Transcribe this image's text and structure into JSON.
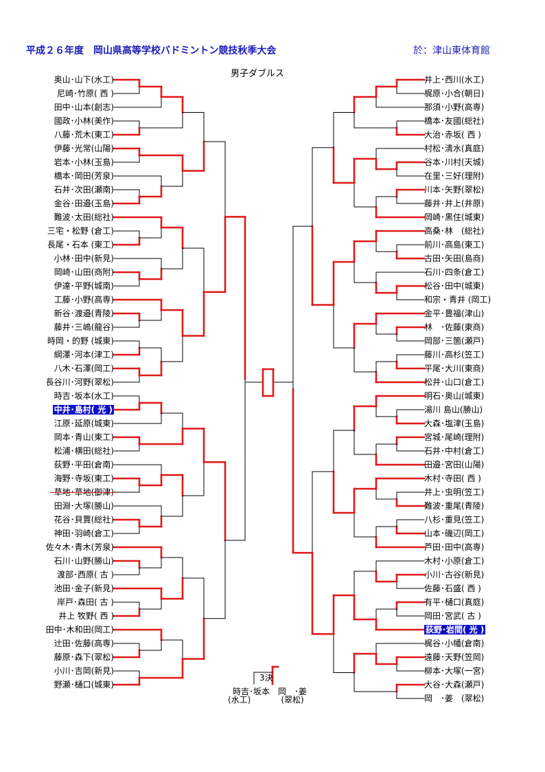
{
  "header": {
    "title": "平成２６年度　岡山県高等学校バドミントン競技秋季大会",
    "venue": "於：津山東体育館"
  },
  "event_title": "男子ダブルス",
  "left_entries": [
    {
      "name": "奥山･山下(水工)"
    },
    {
      "name": "尼崎･竹原( 西 )"
    },
    {
      "name": "田中･山本(創志)"
    },
    {
      "name": "國政･小林(美作)"
    },
    {
      "name": "八藤･荒木(東工)"
    },
    {
      "name": "伊藤･光常(山陽)"
    },
    {
      "name": "岩本･小林(玉島)"
    },
    {
      "name": "橋本･岡田(芳泉)"
    },
    {
      "name": "石井･次田(瀬南)"
    },
    {
      "name": "金谷･田邉(玉島)"
    },
    {
      "name": "難波･太田(総社)"
    },
    {
      "name": "三宅・松野 (倉工)"
    },
    {
      "name": "長尾・石本 (東工)"
    },
    {
      "name": "小林･田中(新見)"
    },
    {
      "name": "岡崎･山田(商附)"
    },
    {
      "name": "伊達･平野(城南)"
    },
    {
      "name": "工藤･小野(高専)"
    },
    {
      "name": "新谷･渡邉(青陵)"
    },
    {
      "name": "藤井･三嶋(龍谷)"
    },
    {
      "name": "時岡・的野 (城東)"
    },
    {
      "name": "綱澤･河本(津工)"
    },
    {
      "name": "八木･石澤(岡工)"
    },
    {
      "name": "長谷川･河野(翠松)"
    },
    {
      "name": "時吉･坂本(水工)"
    },
    {
      "name": "中井･島村( 光 )",
      "highlight": true
    },
    {
      "name": "江原･延原(城東)"
    },
    {
      "name": "岡本･青山(東工)"
    },
    {
      "name": "松浦･横田(総社)"
    },
    {
      "name": "荻野･平田(倉南)"
    },
    {
      "name": "海野･寺坂(東工)"
    },
    {
      "name": "草地･草地(御津)",
      "struck": true
    },
    {
      "name": "田淵･大塚(勝山)"
    },
    {
      "name": "花谷･貝賈(総社)"
    },
    {
      "name": "神田･羽崎(倉工)"
    },
    {
      "name": "佐々木･青木(芳泉)"
    },
    {
      "name": "石川･山野(勝山)"
    },
    {
      "name": "渡部･西原( 古 )"
    },
    {
      "name": "池田･金子(新見)"
    },
    {
      "name": "岸戸･森田( 古 )"
    },
    {
      "name": "井上 牧野( 西 )"
    },
    {
      "name": "田中･木和田(岡工)"
    },
    {
      "name": "辻田･佐藤(高専)"
    },
    {
      "name": "藤原･森下(翠松)"
    },
    {
      "name": "小川･吉岡(新見)"
    },
    {
      "name": "野瀬･樋口(城東)"
    }
  ],
  "right_entries": [
    {
      "name": "井上･西川(水工)"
    },
    {
      "name": "梶原･小合(朝日)"
    },
    {
      "name": "那須･小野(高専)"
    },
    {
      "name": "橋本･友國(総社)"
    },
    {
      "name": "大治･赤坂( 西 )"
    },
    {
      "name": "村松･清水(真庭)"
    },
    {
      "name": "谷本･川村(天城)"
    },
    {
      "name": "在里･三好(理附)"
    },
    {
      "name": "川本･矢野(翠松)"
    },
    {
      "name": "藤井･井上(井原)"
    },
    {
      "name": "岡崎･黒住(城東)"
    },
    {
      "name": "高桑･林　(総社)"
    },
    {
      "name": "前川･高島(東工)"
    },
    {
      "name": "古田･矢田(島商)"
    },
    {
      "name": "石川･四条(倉工)"
    },
    {
      "name": "松谷･田中(城東)"
    },
    {
      "name": "和宗・青井 (岡工)"
    },
    {
      "name": "金平･豊福(津山)"
    },
    {
      "name": "林　･佐藤(東商)"
    },
    {
      "name": "岡部･三箇(瀬戸)"
    },
    {
      "name": "藤川･高杉(笠工)"
    },
    {
      "name": "平尾･大川(東商)"
    },
    {
      "name": "松井･山口(倉工)"
    },
    {
      "name": "明石･奥山(城東)"
    },
    {
      "name": "湯川 島山(勝山)"
    },
    {
      "name": "大森･塩津(玉島)"
    },
    {
      "name": "宮城･尾崎(理附)"
    },
    {
      "name": "石井･中村(倉工)"
    },
    {
      "name": "田邉･宮田(山陽)"
    },
    {
      "name": "木村･寺田( 西 )"
    },
    {
      "name": "井上･虫明(笠工)"
    },
    {
      "name": "難波･重尾(青陵)"
    },
    {
      "name": "八杉･重見(笠工)"
    },
    {
      "name": "山本･磯辺(岡工)"
    },
    {
      "name": "芦田･田中(高専)"
    },
    {
      "name": "木村･小原(倉工)"
    },
    {
      "name": "小川･古谷(新見)"
    },
    {
      "name": "佐藤･石盛( 西 )"
    },
    {
      "name": "有平･樋口(真庭)"
    },
    {
      "name": "岡田･宮武( 古 )"
    },
    {
      "name": "荻野･岩間( 光 )",
      "highlight": true
    },
    {
      "name": "梶谷･小幡(倉南)"
    },
    {
      "name": "遠藤･天野(笠岡)"
    },
    {
      "name": "柳本･大塚(一宮)"
    },
    {
      "name": "大谷･大森(瀬戸)"
    },
    {
      "name": "岡　･姜　(翠松)"
    }
  ],
  "third_place": {
    "label": "3決",
    "team1_name": "時吉･坂本",
    "team1_school": "(水工)",
    "team2_name": "岡　･姜",
    "team2_school": "(翠松)"
  },
  "colors": {
    "title": "#1c1cb8",
    "winner_line": "#e01818",
    "line": "#000000",
    "highlight_bg": "#1010c8"
  }
}
